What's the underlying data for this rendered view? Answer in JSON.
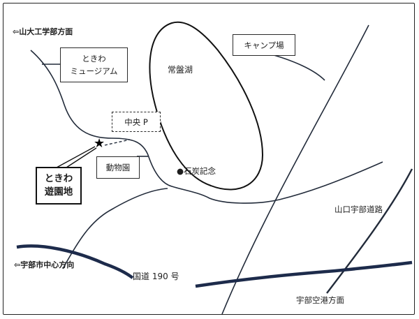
{
  "map": {
    "directions": {
      "yamadai": "⇦山大工学部方面",
      "ube_city": "⇦宇部市中心方向",
      "airport": "宇部空港方面"
    },
    "roads": {
      "route190": "国道 190 号",
      "yamaguchi_ube": "山口宇部道路"
    },
    "places": {
      "tokiwa_museum_line1": "ときわ",
      "tokiwa_museum_line2": "ミュージアム",
      "camp": "キャンプ場",
      "lake": "常盤湖",
      "parking": "中央 P",
      "zoo": "動物園",
      "coal_memorial": "●石炭記念"
    },
    "highlight": {
      "line1": "ときわ",
      "line2": "遊園地",
      "marker": "★"
    }
  }
}
